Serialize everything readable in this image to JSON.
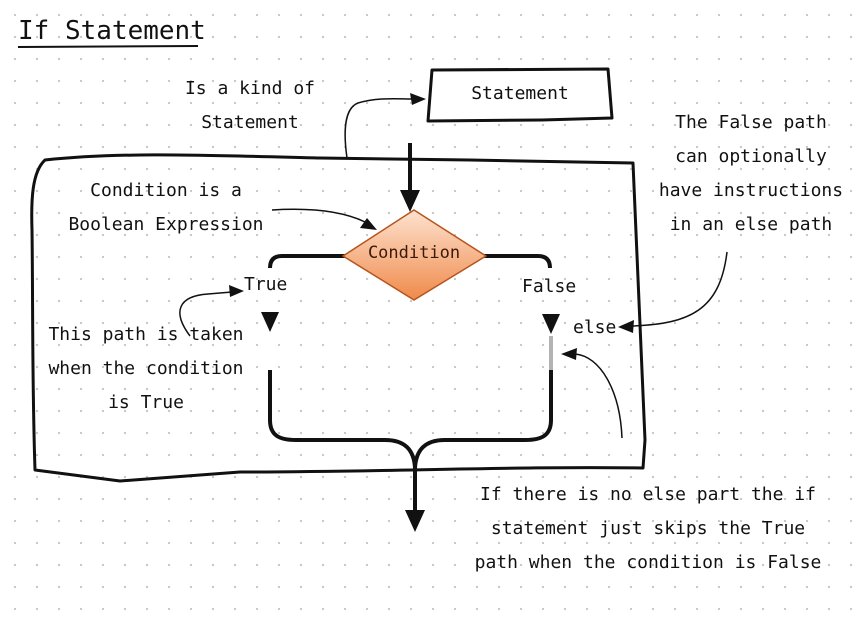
{
  "title": "If Statement",
  "statement_box": "Statement",
  "condition_node": "Condition",
  "true_label": "True",
  "false_label": "False",
  "else_label": "else",
  "notes": {
    "kind_of": [
      "Is a kind of",
      "Statement"
    ],
    "condition_boolean": [
      "Condition is a",
      "Boolean Expression"
    ],
    "false_path": [
      "The False path",
      "can optionally",
      "have instructions",
      "in an else path"
    ],
    "true_path": [
      "This path is taken",
      "when the condition",
      "is True"
    ],
    "no_else": [
      "If there is no else part the if",
      "statement just skips the True",
      "path when the condition is False"
    ]
  },
  "colors": {
    "condition_fill_top": "#fde2cf",
    "condition_fill_bottom": "#f08a4b",
    "condition_stroke": "#b5541c",
    "else_path_segment": "#b3b3b3",
    "ink": "#111111"
  }
}
